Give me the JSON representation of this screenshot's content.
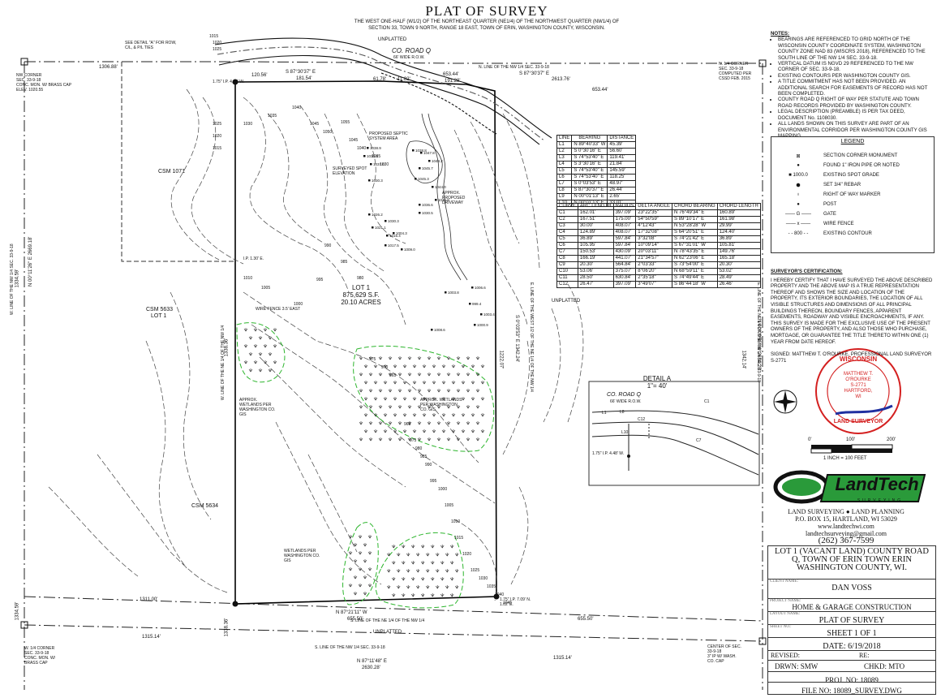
{
  "header": {
    "title": "PLAT OF SURVEY",
    "subtitle_lines": [
      "THE WEST ONE-HALF (W1/2) OF THE NORTHEAST QUARTER (NE1/4) OF THE NORTHWEST QUARTER (NW1/4) OF",
      "SECTION 33, TOWN 9 NORTH, RANGE 18 EAST, TOWN OF ERIN, WASHINGTON COUNTY, WISCONSIN."
    ]
  },
  "notes": {
    "heading": "NOTES:",
    "items": [
      "BEARINGS ARE REFERENCED TO GRID NORTH OF THE WISCONSIN COUNTY COORDINATE SYSTEM, WASHINGTON COUNTY ZONE NAD 83 (WISCRS 2018), REFERENCED TO THE SOUTH LINE OF THE NW 1/4 SEC. 33-9-18.",
      "VERTICAL DATUM IS NGVD 29 REFERENCED TO THE NW CORNER OF SEC. 33-9-18.",
      "EXISTING CONTOURS PER WASHINGTON COUNTY GIS.",
      "A TITLE COMMITMENT HAS NOT BEEN PROVIDED. AN ADDITIONAL SEARCH FOR EASEMENTS OF RECORD HAS NOT BEEN COMPLETED.",
      "COUNTY ROAD Q RIGHT OF WAY PER STATUTE AND TOWN ROAD RECORDS PROVIDED BY WASHINGTON COUNTY.",
      "LEGAL DESCRIPTION (PREAMBLE) IS PER TAX DEED, DOCUMENT No. 1108030.",
      "ALL LANDS SHOWN ON THIS SURVEY ARE PART OF AN ENVIRONMENTAL CORRIDOR PER WASHINGTON COUNTY GIS MAPPING."
    ]
  },
  "line_table": {
    "headers": [
      "LINE",
      "BEARING",
      "DISTANCE"
    ],
    "rows": [
      [
        "L1",
        "N 89°40'33\" W",
        "45.39'"
      ],
      [
        "L2",
        "S 0°30'16\" E",
        "56.60'"
      ],
      [
        "L3",
        "S 74°53'40\" E",
        "119.41'"
      ],
      [
        "L4",
        "S 3°30'16\" E",
        "21.84'"
      ],
      [
        "L5",
        "S 74°53'40\" E",
        "145.59'"
      ],
      [
        "L6",
        "S 74°53'40\" E",
        "118.25'"
      ],
      [
        "L7",
        "S 0°03'53\" E",
        "48.97'"
      ],
      [
        "L8",
        "S 87°30'37\" E",
        "26.44'"
      ],
      [
        "L9",
        "N 00°01'13\" E",
        "2.65'"
      ],
      [
        "L10",
        "N 00°01'13\" E",
        "33.01'"
      ]
    ]
  },
  "curve_table": {
    "headers": [
      "CURVE",
      "ARC LENGTH",
      "RADIUS",
      "DELTA ANGLE",
      "CHORD BEARING",
      "CHORD LENGTH"
    ],
    "rows": [
      [
        "C1",
        "162.01'",
        "397.09'",
        "23°22'35\"",
        "N 76°49'34\" E",
        "160.89'"
      ],
      [
        "C2",
        "167.51'",
        "175.00'",
        "54°50'59\"",
        "S 89°10'17\" E",
        "161.98'"
      ],
      [
        "C3",
        "30.00'",
        "408.07'",
        "4°12'43\"",
        "N 53°28'28\" W",
        "29.99'"
      ],
      [
        "C4",
        "124.89'",
        "408.07'",
        "17°32'08\"",
        "S 64°20'51\" E",
        "124.40'"
      ],
      [
        "C5",
        "36.89'",
        "597.84'",
        "3°32'08\"",
        "S 74°21'42\" E",
        "36.89'"
      ],
      [
        "C6",
        "105.95'",
        "597.84'",
        "10°09'14\"",
        "S 67°31'01\" W",
        "105.81'"
      ],
      [
        "C7",
        "150.53'",
        "430.09'",
        "20°03'11\"",
        "N 78°43'35\" E",
        "149.76'"
      ],
      [
        "C8",
        "166.19'",
        "441.07'",
        "21°34'57\"",
        "N 62°23'06\" E",
        "165.18'"
      ],
      [
        "C9",
        "20.30'",
        "564.84'",
        "2°03'33\"",
        "S 73°54'00\" E",
        "20.30'"
      ],
      [
        "C10",
        "53.06'",
        "375.07'",
        "8°06'20\"",
        "N 68°59'11\" E",
        "53.02'"
      ],
      [
        "C11",
        "28.50'",
        "630.84'",
        "2°35'18\"",
        "S 74°49'44\" E",
        "28.49'"
      ],
      [
        "C12",
        "26.47'",
        "397.09'",
        "3°49'07\"",
        "S 86°44'18\" W",
        "26.46'"
      ]
    ]
  },
  "legend": {
    "title": "LEGEND",
    "items": [
      {
        "symbol": "⊠",
        "label": "SECTION CORNER MONUMENT"
      },
      {
        "symbol": "●",
        "label": "FOUND 1\" IRON PIPE OR NOTED"
      },
      {
        "symbol": "■ 1000.0",
        "label": "EXISTING SPOT GRADE"
      },
      {
        "symbol": "⬢",
        "label": "SET 3/4\" REBAR"
      },
      {
        "symbol": "♁",
        "label": "RIGHT OF WAY MARKER"
      },
      {
        "symbol": "●",
        "label": "POST"
      },
      {
        "symbol": "—— G ——",
        "label": "GATE"
      },
      {
        "symbol": "—— x ——",
        "label": "WIRE FENCE"
      },
      {
        "symbol": "- - 800 - -",
        "label": "EXISTING CONTOUR"
      }
    ]
  },
  "certification": {
    "heading": "SURVEYOR'S CERTIFICATION:",
    "body": "I HEREBY CERTIFY THAT I HAVE SURVEYED THE ABOVE DESCRIBED PROPERTY AND THE ABOVE MAP IS A TRUE REPRESENTATION THEREOF AND SHOWS THE SIZE AND LOCATION OF THE PROPERTY, ITS EXTERIOR BOUNDARIES, THE LOCATION OF ALL VISIBLE STRUCTURES AND DIMENSIONS OF ALL PRINCIPAL BUILDINGS THEREON, BOUNDARY FENCES, APPARENT EASEMENTS, ROADWAY AND VISIBLE ENCROACHMENTS, IF ANY. THIS SURVEY IS MADE FOR THE EXCLUSIVE USE OF THE PRESENT OWNERS OF THE PROPERTY, AND ALSO THOSE WHO PURCHASE, MORTGAGE, OR GUARANTEE THE TITLE THERETO WITHIN ONE (1) YEAR FROM DATE HEREOF.",
    "signed": "SIGNED: MATTHEW T. O'ROURKE, PROFESSIONAL LAND SURVEYOR S-2771"
  },
  "seal": {
    "top": "WISCONSIN",
    "lines": [
      "MATTHEW T.",
      "O'ROURKE",
      "S-2771",
      "HARTFORD,",
      "WI"
    ],
    "bottom": "LAND SURVEYOR"
  },
  "scale_bar": {
    "ticks": [
      "0'",
      "100'",
      "200'"
    ],
    "caption": "1 INCH = 100 FEET"
  },
  "firm": {
    "logo_text": "LandTech",
    "logo_sub": "SURVEYING",
    "services": "LAND SURVEYING ● LAND PLANNING",
    "address": "P.O. BOX 15, HARTLAND, WI 53029",
    "web": "www.landtechwi.com",
    "email": "landtechsurveying@gmail.com",
    "phone": "(262) 367-7599"
  },
  "title_block": {
    "location": "LOT 1 (VACANT LAND) COUNTY ROAD Q, TOWN OF ERIN TOWN ERIN WASHINGTON COUNTY, WI.",
    "client_label": "CLIENT NAME:",
    "client": "DAN VOSS",
    "project_label": "PROJECT NAME:",
    "project": "HOME & GARAGE CONSTRUCTION",
    "layout_label": "LAYOUT NAME:",
    "layout": "PLAT OF SURVEY",
    "sheet_label": "SHEET NO.:",
    "sheet": "SHEET 1 OF 1",
    "date": "DATE: 6/19/2018",
    "revised": "REVISED:",
    "re": "RE:",
    "drawn": "DRWN: SMW",
    "checked": "CHKD: MTO",
    "proj_no": "PROJ. NO: 18089",
    "file_no": "FILE NO: 18089_SURVEY.DWG"
  },
  "detail": {
    "title": "DETAIL A",
    "scale": "1\"= 40'",
    "road": "CO. ROAD Q",
    "row": "66' WIDE R.O.W.",
    "labels": [
      "L1",
      "L8",
      "C12",
      "C1",
      "C7",
      "L10",
      "1.75\" I.P. 4.48' W."
    ]
  },
  "map": {
    "road_name": "CO. ROAD Q",
    "road_row": "66' WIDE R.O.W.",
    "unplatted": "UNPLATTED",
    "lot": "LOT 1",
    "lot_area": "875,629 S.F.",
    "lot_acres": "20.10 ACRES",
    "csm_1071": "CSM 1071",
    "csm_5633": "CSM 5633",
    "csm_5633_lot": "LOT 1",
    "csm_5634": "CSM 5634",
    "nw_corner": [
      "NW CORNER",
      "SEC. 33-9-18",
      "CONC. MON. W/ BRASS CAP",
      "ELEV. 1020.55"
    ],
    "n_quarter_corner": [
      "N. 1/4 CORNER",
      "SEC. 33-9-18",
      "COMPUTED PER",
      "CSSD FEB. 2015"
    ],
    "w_quarter_corner": [
      "W. 1/4 CORNER",
      "SEC. 33-9-18",
      "CONC. MON. W/",
      "BRASS CAP"
    ],
    "center_sec": [
      "CENTER OF SEC.",
      "33-9-18",
      "3\" IP W/ WASH.",
      "CO. CAP"
    ],
    "n_line_label": "N. LINE OF THE NW 1/4 SEC. 33-9-18",
    "s_line_label": "S. LINE OF THE NW 1/4 SEC. 33-9-18",
    "s_line_ne": "S. LINE OF THE NE 1/4 OF THE NW 1/4",
    "w_line_nw": "W. LINE OF THE NW 1/4 SEC. 33-9-18",
    "w_line_ne": "W. LINE OF THE NE 1/4 OF THE NW 1/4",
    "e_line_w12": "E. LINE OF THE WEST 1/2 OF THE NE 1/4 OF THE NW 1/4",
    "e_line_ne": "E. LINE OF THE NE 1/4 OF THE NW 1/4 SEC. 33-9-18",
    "dims": {
      "top_west": "1306.88'",
      "top_bearing": "S 87°30'37\" E",
      "top_bearing_seg": "181.54'",
      "top_seg1": "120.56'",
      "top_seg2": "61.78'",
      "top_seg3": "11.82'",
      "top_seg4": "191.28'",
      "top_right": "653.44'",
      "top_right2": "653.44'",
      "top_right_bearing": "S 87°30'37\" E",
      "top_right_total": "2613.76'",
      "bottom_west": "1311.00'",
      "bottom_bearing": "N 87°21'11\" W",
      "bottom_seg": "655.50'",
      "bottom_right": "655.50'",
      "bottom_line_west": "1315.14'",
      "bottom_line_east": "1315.14'",
      "bottom_total_bearing": "N 87°11'48\" E",
      "bottom_total": "2630.28'",
      "west_line": "1334.59'",
      "west_line2": "1334.59'",
      "west_inner": "1338.36'",
      "west_inner2": "1338.36'",
      "west_bearing": "N 00°11'26\" E 2669.18'",
      "east_inner": "S 0°03'53\" E 1342.24'",
      "east_inner_bottom": "1222.07'",
      "east_outer": "N 00°09'56\" W 2684.28'",
      "east_outer_seg": "1342.14'",
      "ip_130": "I.P. 1.30' E.",
      "ip_175_top": "1.75\" I.P. 4.48' W.",
      "ip_175_bot": "1.75\" I.P. 7.09' N. 1.02' E.",
      "see_detail": "SEE DETAIL \"A\" FOR ROW, C/L, & P/L TIES"
    },
    "annotations": {
      "septic": "PROPOSED SEPTIC SYSTEM AREA",
      "spot_elev": "SURVEYED SPOT ELEVATION",
      "driveway": "APPROX. PROPOSED DRIVEWAY",
      "wire_fence": "WIRE FENCE 3.5' EAST",
      "wet1": "APPROX. WETLANDS PER WASHINGTON CO. GIS",
      "wet2": "APPROX. WETLANDS PER WASHINGTON CO. GIS",
      "wet3": "WETLANDS PER WASHINGTON CO. GIS"
    },
    "contour_labels": [
      "1015",
      "1020",
      "1025",
      "1030",
      "1035",
      "1040",
      "1045",
      "1050",
      "1055",
      "1045",
      "1040",
      "1035",
      "1030",
      "1025",
      "1020",
      "1015",
      "1010",
      "1005",
      "1000",
      "995",
      "990",
      "985",
      "980",
      "975",
      "970",
      "965",
      "960",
      "975",
      "980",
      "985",
      "990",
      "995",
      "1000",
      "1005",
      "1010",
      "1015",
      "1020",
      "1025",
      "1030",
      "1035",
      "1040",
      "1045"
    ],
    "spot_grades": [
      "1038.9",
      "1036.6",
      "1037.0",
      "1030.3",
      "1038.8",
      "1047.8",
      "1045.7",
      "1048.2",
      "1045.3",
      "1044.0",
      "1036.8",
      "1036.6",
      "1030.3",
      "1030.5",
      "1026.2",
      "1021.1",
      "1015.4",
      "1017.5",
      "1009.0",
      "1004.3",
      "1003.8",
      "1006.6",
      "999.4",
      "1008.6",
      "1003.4",
      "1000.9"
    ]
  },
  "colors": {
    "wetland": "#2db52d",
    "seal_red": "#d42020",
    "logo_green": "#2a9a3a"
  }
}
